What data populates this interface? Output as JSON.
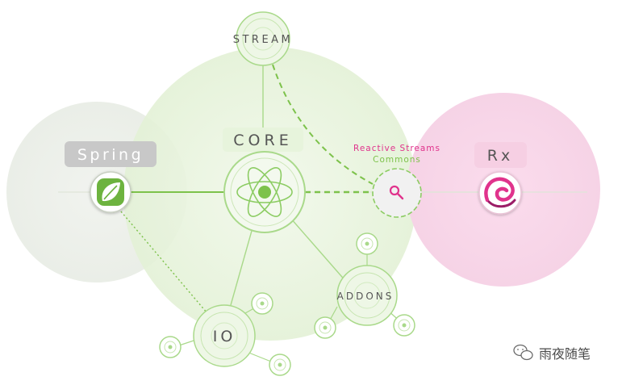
{
  "labels": {
    "stream": "STREAM",
    "core": "CORE",
    "spring": "Spring",
    "rsc_line1": "Reactive Streams",
    "rsc_line2": "Commons",
    "rx": "Rx",
    "addons": "ADDONS",
    "io": "IO",
    "watermark": "雨夜随笔"
  },
  "colors": {
    "accent_green": "#7dc24b",
    "light_green": "#a9d98a",
    "rx_pink": "#e0338c",
    "spring_leaf": "#6db33f",
    "text_gray": "#555555",
    "spring_badge": "#c8c8c8",
    "rx_badge": "#f6cfe3"
  },
  "icons": {
    "spring": "spring-leaf-icon",
    "core": "atom-icon",
    "rsc": "magnifier-icon",
    "rx": "reactivex-eel-icon",
    "watermark": "wechat-icon"
  }
}
